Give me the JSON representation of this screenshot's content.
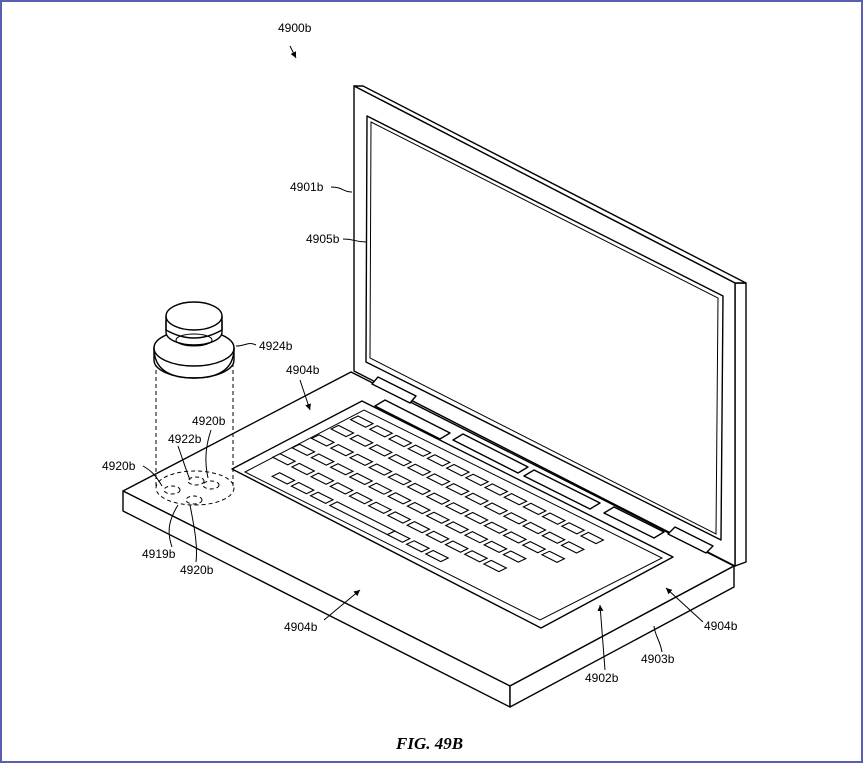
{
  "figure": {
    "caption": "FIG. 49B",
    "labels": {
      "assembly": "4900b",
      "display_housing": "4901b",
      "display": "4905b",
      "top_case_a": "4904b",
      "object": "4924b",
      "input_region_b": "4920b",
      "input_region_c": "4922b",
      "input_region_a": "4920b",
      "input_region_d": "4920b",
      "area": "4919b",
      "top_case_b": "4904b",
      "top_case_c": "4904b",
      "keyboard": "4902b",
      "base_housing": "4903b"
    }
  },
  "colors": {
    "border": "#5a5fb0",
    "line": "#000000",
    "background": "#ffffff"
  }
}
